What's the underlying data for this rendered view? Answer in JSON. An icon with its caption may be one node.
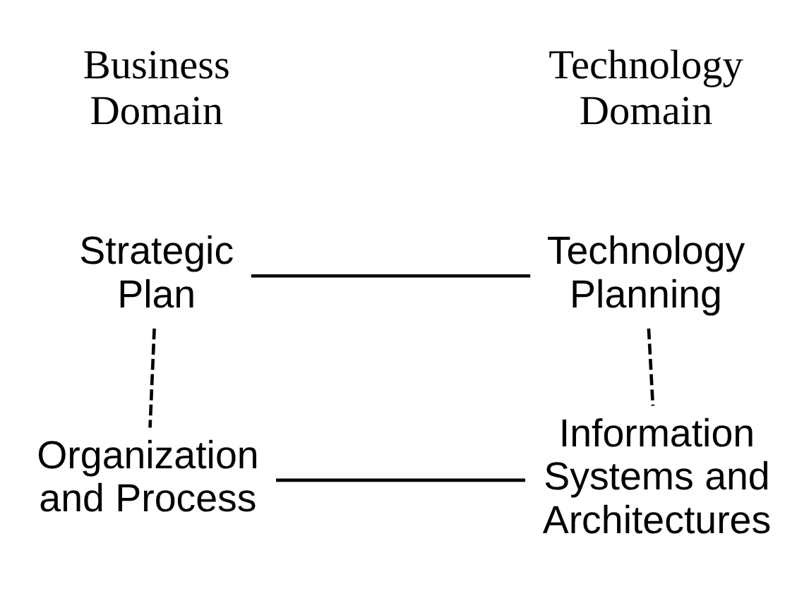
{
  "diagram": {
    "nodes": [
      {
        "text": [
          "Strategic Plan"
        ]
      },
      {
        "text": [
          "Technology Planning"
        ]
      },
      {
        "text": [
          "Organization and Process"
        ]
      },
      {
        "text": [
          "Information Systems and Architectures"
        ]
      }
    ],
    "edges": [
      {
        "from": 0,
        "to": 1,
        "arrow": "none"
      },
      {
        "from": 0,
        "to": 2,
        "arrow": "none",
        "style": "dashed"
      },
      {
        "from": 1,
        "to": 3,
        "arrow": "none",
        "style": "dashed"
      },
      {
        "from": 2,
        "to": 3,
        "arrow": "none"
      }
    ],
    "labels": [
      "Business Domain",
      "Technology Domain"
    ]
  }
}
